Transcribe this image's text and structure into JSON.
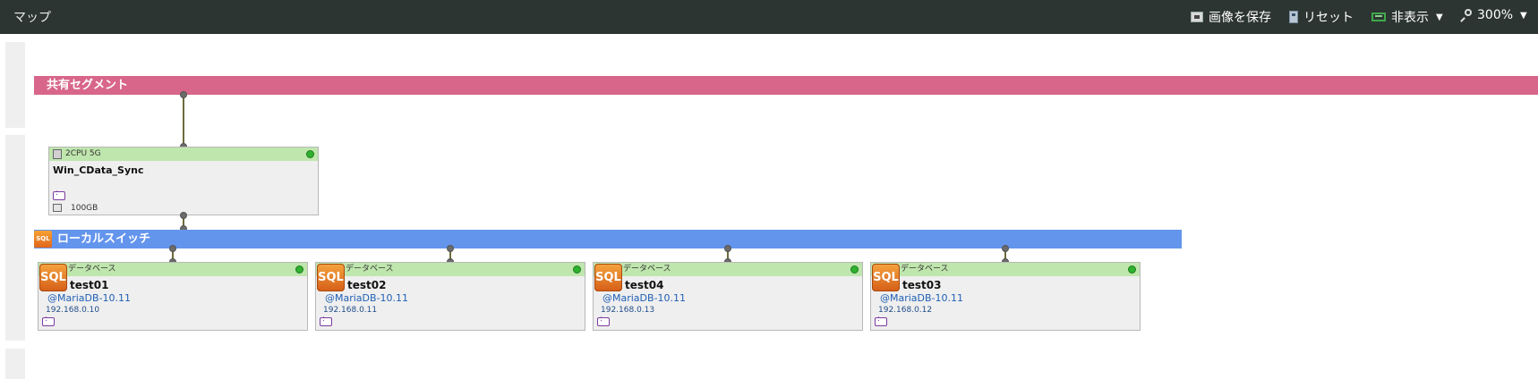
{
  "toolbar": {
    "title": "マップ",
    "save_label": "画像を保存",
    "reset_label": "リセット",
    "hide_label": "非表示",
    "zoom_label": "300%"
  },
  "segment": {
    "label": "共有セグメント",
    "color": "#d8668a"
  },
  "switch": {
    "label": "ローカルスイッチ",
    "icon_text": "SQL",
    "color": "#6495ed"
  },
  "vm": {
    "spec": "2CPU 5G",
    "name": "Win_CData_Sync",
    "disk": "100GB",
    "status": "running"
  },
  "databases": [
    {
      "type": "データベース",
      "icon_text": "SQL",
      "name": "test01",
      "engine": "@MariaDB-10.11",
      "ip": "192.168.0.10",
      "status": "running"
    },
    {
      "type": "データベース",
      "icon_text": "SQL",
      "name": "test02",
      "engine": "@MariaDB-10.11",
      "ip": "192.168.0.11",
      "status": "running"
    },
    {
      "type": "データベース",
      "icon_text": "SQL",
      "name": "test04",
      "engine": "@MariaDB-10.11",
      "ip": "192.168.0.13",
      "status": "running"
    },
    {
      "type": "データベース",
      "icon_text": "SQL",
      "name": "test03",
      "engine": "@MariaDB-10.11",
      "ip": "192.168.0.12",
      "status": "running"
    }
  ]
}
